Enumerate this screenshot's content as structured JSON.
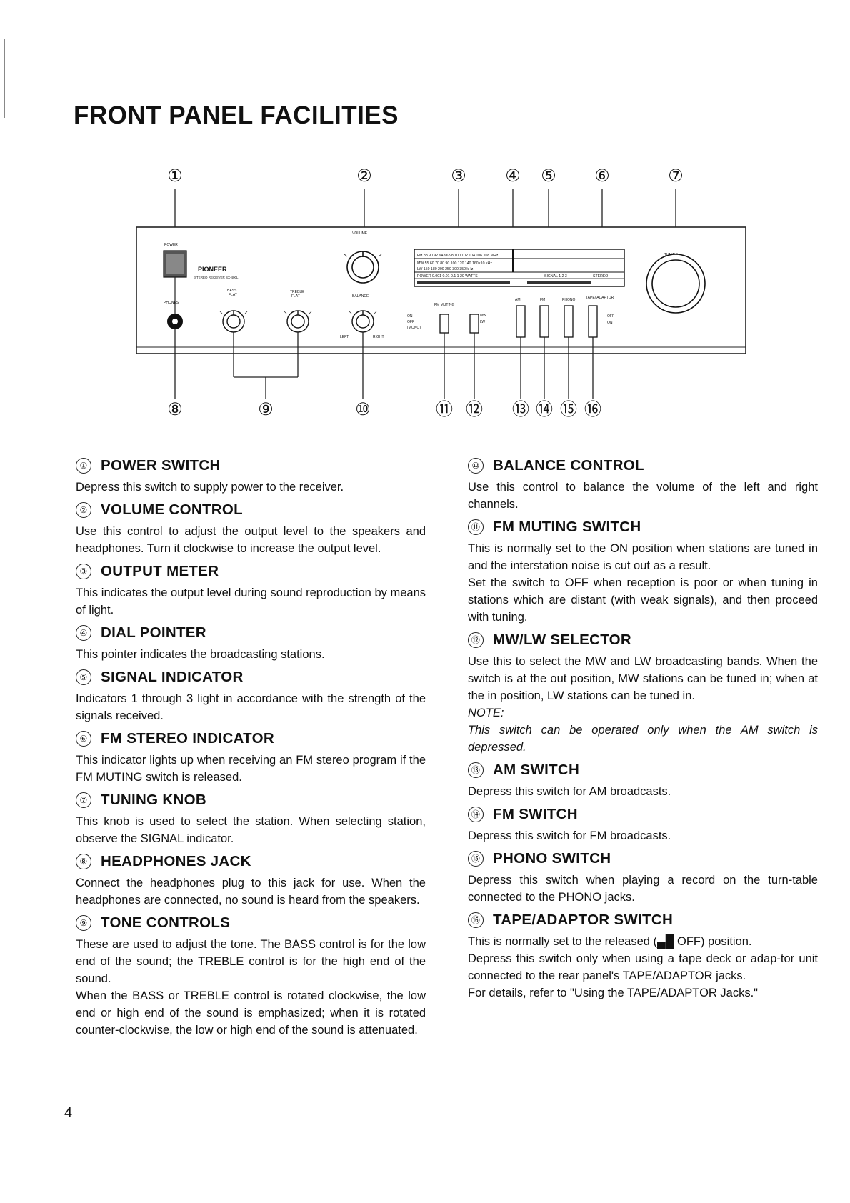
{
  "page": {
    "title": "FRONT PANEL FACILITIES",
    "number": "4"
  },
  "diagram": {
    "callouts_top": [
      "①",
      "②",
      "③",
      "④",
      "⑤",
      "⑥",
      "⑦"
    ],
    "callouts_bottom": [
      "⑧",
      "⑨",
      "⑩",
      "⑪",
      "⑫",
      "⑬",
      "⑭",
      "⑮",
      "⑯"
    ],
    "panel": {
      "brand": "PIONEER",
      "model": "STEREO RECEIVER SX-400L",
      "power": "POWER",
      "phones": "PHONES",
      "bass": "BASS",
      "treble": "TREBLE",
      "flat": "FLAT",
      "volume": "VOLUME",
      "balance": "BALANCE",
      "left": "LEFT",
      "right": "RIGHT",
      "tuning": "TUNING",
      "fm_muting": "FM MUTING",
      "on": "ON",
      "off": "OFF",
      "mono": "(MONO)",
      "mw": "MW",
      "lw": "LW",
      "am": "AM",
      "fm": "FM",
      "phono": "PHONO",
      "tape": "TAPE/ ADAPTOR",
      "stereo": "STEREO",
      "scale_fm": "FM 88 90 92 94 96 98 100 102 104 106 108 MHz",
      "scale_mw": "MW 55 60 70 80 90 100 120 140 160×10 kHz",
      "scale_lw": "LW 150 180 200 250 300 350 kHz",
      "power_meter": "POWER 0.001 0.01 0.1 1 20 WATTS",
      "signal": "SIGNAL 1 2 3"
    }
  },
  "sections_left": [
    {
      "num": "①",
      "title": "POWER SWITCH",
      "paragraphs": [
        "Depress this switch to supply power to the receiver."
      ]
    },
    {
      "num": "②",
      "title": "VOLUME CONTROL",
      "paragraphs": [
        "Use this control to adjust the output level to the speakers and headphones. Turn it clockwise to increase the output level."
      ]
    },
    {
      "num": "③",
      "title": "OUTPUT METER",
      "paragraphs": [
        "This indicates the output level during sound reproduction by means of light."
      ]
    },
    {
      "num": "④",
      "title": "DIAL POINTER",
      "paragraphs": [
        "This pointer indicates the broadcasting stations."
      ]
    },
    {
      "num": "⑤",
      "title": "SIGNAL INDICATOR",
      "paragraphs": [
        "Indicators 1 through 3 light in accordance with the strength of the signals received."
      ]
    },
    {
      "num": "⑥",
      "title": "FM STEREO INDICATOR",
      "paragraphs": [
        "This indicator lights up when receiving an FM stereo program if the FM MUTING switch is released."
      ]
    },
    {
      "num": "⑦",
      "title": "TUNING KNOB",
      "paragraphs": [
        "This knob is used to select the station. When selecting station, observe the SIGNAL indicator."
      ]
    },
    {
      "num": "⑧",
      "title": "HEADPHONES JACK",
      "paragraphs": [
        "Connect the headphones plug to this jack for use. When the headphones are connected, no sound is heard from the speakers."
      ]
    },
    {
      "num": "⑨",
      "title": "TONE CONTROLS",
      "paragraphs": [
        "These are used to adjust the tone. The BASS control is for the low end of the sound; the TREBLE control is for the high end of the sound.",
        "When the BASS or TREBLE control is rotated clockwise, the low end or high end of the sound is emphasized; when it is rotated counter-clockwise, the low or high end of the sound is attenuated."
      ]
    }
  ],
  "sections_right": [
    {
      "num": "⑩",
      "title": "BALANCE CONTROL",
      "paragraphs": [
        "Use this control to balance the volume of the left and right channels."
      ]
    },
    {
      "num": "⑪",
      "title": "FM MUTING SWITCH",
      "paragraphs": [
        "This is normally set to the ON position when stations are tuned in and the interstation noise is cut out as a result.",
        "Set the switch to OFF when reception is poor or when tuning in stations which are distant (with weak signals), and then proceed with tuning."
      ]
    },
    {
      "num": "⑫",
      "title": "MW/LW SELECTOR",
      "paragraphs": [
        "Use this to select the MW and LW broadcasting bands. When the switch is at the out position, MW stations can be tuned in; when at the in position, LW stations can be tuned in."
      ],
      "note_label": "NOTE:",
      "note_text": "This switch can be operated only when the AM switch is depressed."
    },
    {
      "num": "⑬",
      "title": "AM SWITCH",
      "paragraphs": [
        "Depress this switch for AM broadcasts."
      ]
    },
    {
      "num": "⑭",
      "title": "FM SWITCH",
      "paragraphs": [
        "Depress this switch for FM broadcasts."
      ]
    },
    {
      "num": "⑮",
      "title": "PHONO SWITCH",
      "paragraphs": [
        "Depress this switch when playing a record on the turn-table connected to the PHONO jacks."
      ]
    },
    {
      "num": "⑯",
      "title": "TAPE/ADAPTOR SWITCH",
      "paragraphs": [
        "This is normally set to the released (▄█ OFF) position.",
        "Depress this switch only when using a tape deck or adap-tor unit connected to the rear panel's TAPE/ADAPTOR jacks.",
        "For details, refer to \"Using the TAPE/ADAPTOR Jacks.\""
      ]
    }
  ]
}
